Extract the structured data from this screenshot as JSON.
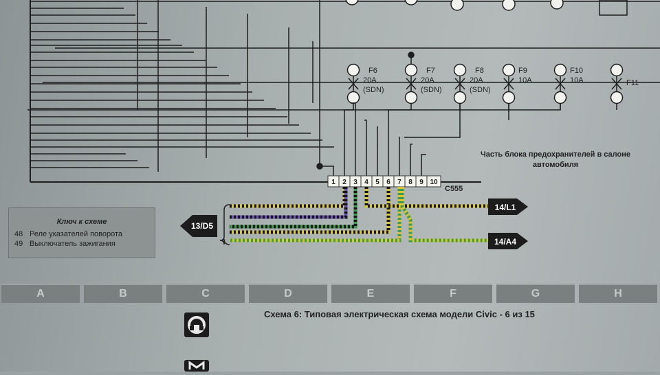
{
  "fuses": [
    {
      "name": "F6",
      "rating": "20A",
      "note": "(SDN)"
    },
    {
      "name": "F7",
      "rating": "20A",
      "note": "(SDN)"
    },
    {
      "name": "F8",
      "rating": "20A",
      "note": "(SDN)"
    },
    {
      "name": "F9",
      "rating": "10A",
      "note": ""
    },
    {
      "name": "F10",
      "rating": "10A",
      "note": ""
    },
    {
      "name": "F11",
      "rating": "",
      "note": ""
    }
  ],
  "fuse_block_label_line1": "Часть блока предохранителей в салоне",
  "fuse_block_label_line2": "автомобиля",
  "connector": {
    "name": "C555",
    "pins": [
      "1",
      "2",
      "3",
      "4",
      "5",
      "6",
      "7",
      "8",
      "9",
      "10"
    ]
  },
  "refs": {
    "left": "13/D5",
    "right_top": "14/L1",
    "right_bottom": "14/A4"
  },
  "key": {
    "title": "Ключ к схеме",
    "items": [
      {
        "num": "48",
        "label": "Реле указателей поворота"
      },
      {
        "num": "49",
        "label": "Выключатель зажигания"
      }
    ]
  },
  "columns": [
    "A",
    "B",
    "C",
    "D",
    "E",
    "F",
    "G",
    "H"
  ],
  "caption": "Схема 6: Типовая электрическая схема модели Civic - 6 из 15",
  "colors": {
    "wire": "#1e1e1e",
    "yellow": "#d8c636",
    "violet": "#6a55b6",
    "green": "#3f9a4c",
    "black": "#161616"
  }
}
